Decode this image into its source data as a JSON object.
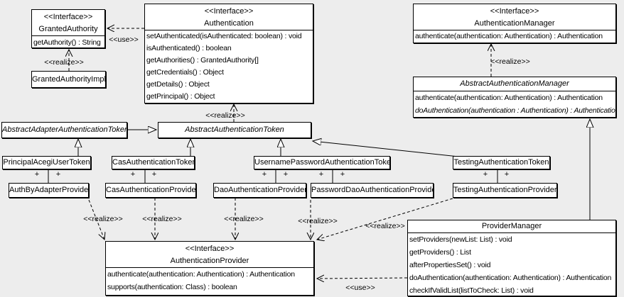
{
  "diagram": {
    "background_color": "#ededed",
    "box_fill_color": "#ffffff",
    "line_color": "#000000"
  },
  "labels": {
    "realize": "<<realize>>",
    "use": "<<use>>",
    "plus": "+"
  },
  "classes": {
    "granted_authority": {
      "stereotype": "<<Interface>>",
      "name": "GrantedAuthority",
      "methods": [
        "getAuthority() : String"
      ]
    },
    "granted_authority_impl": {
      "name": "GrantedAuthorityImpl"
    },
    "authentication": {
      "stereotype": "<<Interface>>",
      "name": "Authentication",
      "methods": [
        "setAuthenticated(isAuthenticated: boolean) : void",
        "isAuthenticated() : boolean",
        "getAuthorities() : GrantedAuthority[]",
        "getCredentials() : Object",
        "getDetails() : Object",
        "getPrincipal() : Object"
      ]
    },
    "authentication_manager": {
      "stereotype": "<<Interface>>",
      "name": "AuthenticationManager",
      "methods": [
        "authenticate(authentication: Authentication) : Authentication"
      ]
    },
    "abstract_authentication_manager": {
      "name": "AbstractAuthenticationManager",
      "methods": [
        "authenticate(authentication: Authentication) : Authentication",
        "doAuthentication(authentication : Authentication) : Authentication"
      ]
    },
    "abstract_adapter_authentication_token": {
      "name": "AbstractAdapterAuthenticationToken"
    },
    "abstract_authentication_token": {
      "name": "AbstractAuthenticationToken"
    },
    "principal_acegi_user_token": {
      "name": "PrincipalAcegiUserToken"
    },
    "cas_authentication_token": {
      "name": "CasAuthenticationToken"
    },
    "username_password_authentication_token": {
      "name": "UsernamePasswordAuthenticationToken"
    },
    "testing_authentication_token": {
      "name": "TestingAuthenticationToken"
    },
    "auth_by_adapter_provider": {
      "name": "AuthByAdapterProvider"
    },
    "cas_authentication_provider": {
      "name": "CasAuthenticationProvider"
    },
    "dao_authentication_provider": {
      "name": "DaoAuthenticationProvider"
    },
    "password_dao_authentication_provider": {
      "name": "PasswordDaoAuthenticationProvider"
    },
    "testing_authentication_provider": {
      "name": "TestingAuthenticationProvider"
    },
    "authentication_provider": {
      "stereotype": "<<Interface>>",
      "name": "AuthenticationProvider",
      "methods": [
        "authenticate(authentication: Authentication) : Authentication",
        "supports(authentication: Class) : boolean"
      ]
    },
    "provider_manager": {
      "name": "ProviderManager",
      "methods": [
        "setProviders(newList: List) : void",
        "getProviders() : List",
        "afterPropertiesSet() : void",
        "doAuthentication(authentication: Authentication) : Authentication",
        "checkIfValidList(listToCheck: List) : void"
      ]
    }
  }
}
